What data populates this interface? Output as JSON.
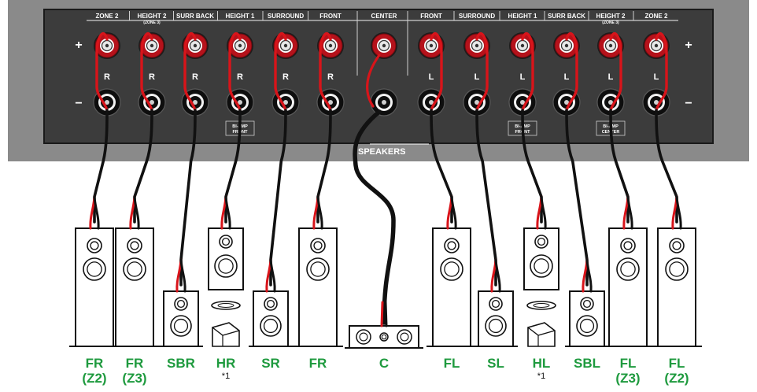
{
  "panel": {
    "section_label": "SPEAKERS",
    "plus_sign": "+",
    "minus_sign": "−"
  },
  "terminals": [
    {
      "label": "ZONE 2",
      "sub": "",
      "channel": "R",
      "note": ""
    },
    {
      "label": "HEIGHT 2",
      "sub": "(ZONE 3)",
      "channel": "R",
      "note": ""
    },
    {
      "label": "SURR BACK",
      "sub": "",
      "channel": "R",
      "note": ""
    },
    {
      "label": "HEIGHT 1",
      "sub": "",
      "channel": "R",
      "note": "BI-AMP FRONT"
    },
    {
      "label": "SURROUND",
      "sub": "",
      "channel": "R",
      "note": ""
    },
    {
      "label": "FRONT",
      "sub": "",
      "channel": "R",
      "note": ""
    },
    {
      "label": "CENTER",
      "sub": "",
      "channel": "",
      "note": ""
    },
    {
      "label": "FRONT",
      "sub": "",
      "channel": "L",
      "note": ""
    },
    {
      "label": "SURROUND",
      "sub": "",
      "channel": "L",
      "note": ""
    },
    {
      "label": "HEIGHT 1",
      "sub": "",
      "channel": "L",
      "note": "BI-AMP FRONT"
    },
    {
      "label": "SURR BACK",
      "sub": "",
      "channel": "L",
      "note": ""
    },
    {
      "label": "HEIGHT 2",
      "sub": "(ZONE 3)",
      "channel": "L",
      "note": "BI-AMP CENTER"
    },
    {
      "label": "ZONE 2",
      "sub": "",
      "channel": "L",
      "note": ""
    }
  ],
  "speakers": [
    {
      "kind": "tower",
      "label_1": "FR",
      "label_2": "(Z2)",
      "footnote": ""
    },
    {
      "kind": "tower",
      "label_1": "FR",
      "label_2": "(Z3)",
      "footnote": ""
    },
    {
      "kind": "bookshelf",
      "label_1": "SBR",
      "label_2": "",
      "footnote": ""
    },
    {
      "kind": "height",
      "label_1": "HR",
      "label_2": "",
      "footnote": "*1"
    },
    {
      "kind": "bookshelf",
      "label_1": "SR",
      "label_2": "",
      "footnote": ""
    },
    {
      "kind": "tower",
      "label_1": "FR",
      "label_2": "",
      "footnote": ""
    },
    {
      "kind": "center",
      "label_1": "C",
      "label_2": "",
      "footnote": ""
    },
    {
      "kind": "tower",
      "label_1": "FL",
      "label_2": "",
      "footnote": ""
    },
    {
      "kind": "bookshelf",
      "label_1": "SL",
      "label_2": "",
      "footnote": ""
    },
    {
      "kind": "height",
      "label_1": "HL",
      "label_2": "",
      "footnote": "*1"
    },
    {
      "kind": "bookshelf",
      "label_1": "SBL",
      "label_2": "",
      "footnote": ""
    },
    {
      "kind": "tower",
      "label_1": "FL",
      "label_2": "(Z3)",
      "footnote": ""
    },
    {
      "kind": "tower",
      "label_1": "FL",
      "label_2": "(Z2)",
      "footnote": ""
    }
  ],
  "colors": {
    "panel": "#3c3c3c",
    "panel_inner": "#2f2f2f",
    "chassis": "#8a8a8a",
    "label_green": "#1e9a3e",
    "wire_red": "#d8141a",
    "wire_black": "#111111",
    "terminal_red": "#b5121b"
  }
}
